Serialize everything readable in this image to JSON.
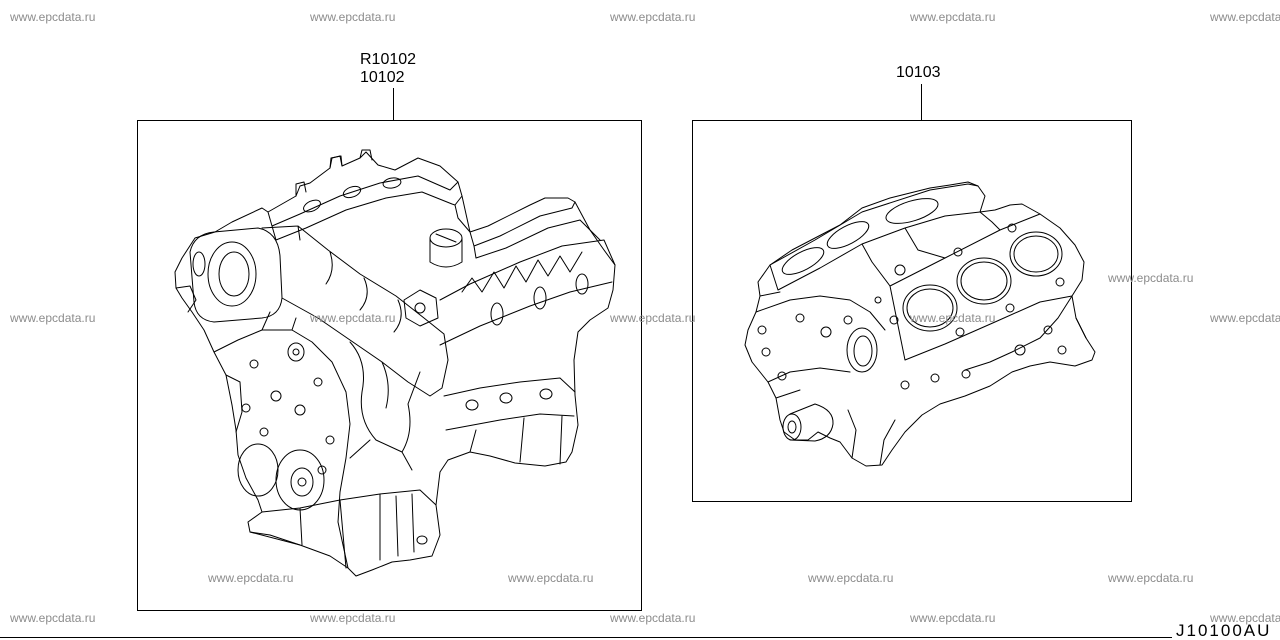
{
  "watermark": "www.epcdata.ru",
  "callouts": [
    {
      "lines": [
        "R10102",
        "10102"
      ]
    },
    {
      "lines": [
        "10103"
      ]
    }
  ],
  "figure_code": "J10100AU"
}
